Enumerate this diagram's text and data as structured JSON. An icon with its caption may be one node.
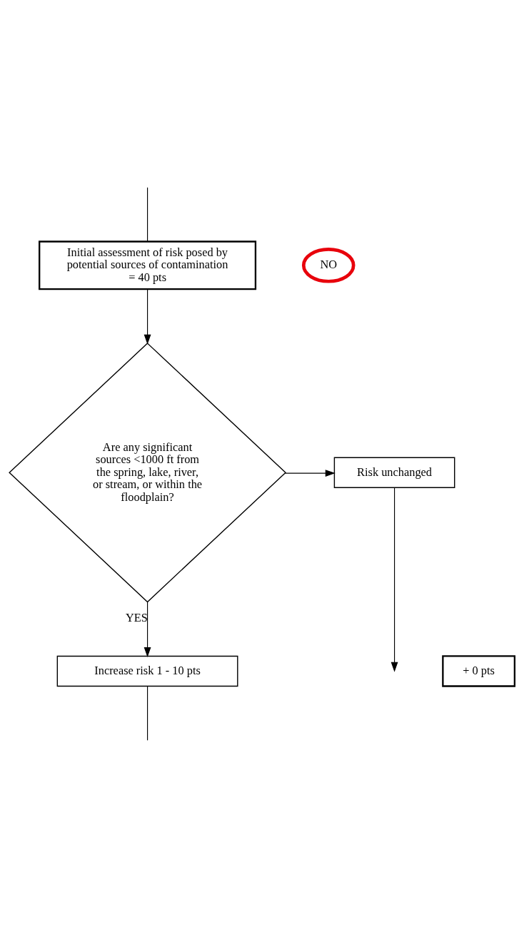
{
  "diagram": {
    "nodes": [
      {
        "text": [
          "Initial assessment of risk posed by potential sources of contamination",
          "= 40 pts"
        ]
      },
      {
        "text": [
          "Are any significant sources <1000 ft from the spring, lake, river, or stream, or within the floodplain?"
        ]
      },
      {
        "text": [
          "Risk unchanged"
        ]
      },
      {
        "text": [
          "Increase risk 1 - 10 pts"
        ]
      },
      {
        "text": [
          "+ 0 pts"
        ]
      },
      {
        "text": [
          "NO"
        ]
      }
    ],
    "edges": [
      {
        "from": null,
        "to": 0,
        "arrow": "none"
      },
      {
        "from": 0,
        "to": 1,
        "arrow": "to"
      },
      {
        "from": 1,
        "to": 2,
        "arrow": "to"
      },
      {
        "from": 1,
        "to": 3,
        "arrow": "to",
        "label": "YES"
      },
      {
        "from": 3,
        "to": null,
        "arrow": "none"
      },
      {
        "from": 2,
        "to": null,
        "arrow": "to"
      }
    ]
  }
}
